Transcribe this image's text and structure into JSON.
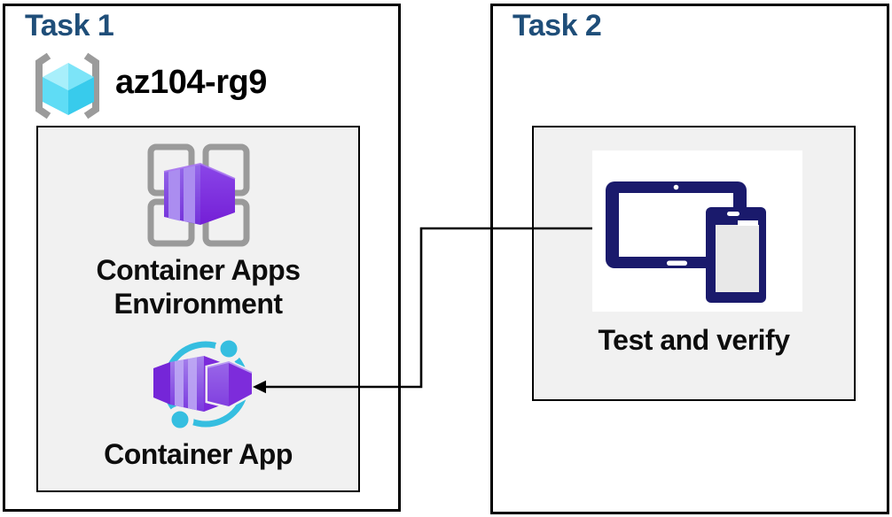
{
  "diagram": {
    "task1": {
      "title": "Task 1",
      "resource_group_name": "az104-rg9",
      "environment_label_line1": "Container Apps",
      "environment_label_line2": "Environment",
      "container_app_label": "Container App"
    },
    "task2": {
      "title": "Task 2",
      "test_label": "Test and verify"
    },
    "connector": {
      "type": "elbow-arrow",
      "from": "task2-test-and-verify",
      "to": "task1-container-app",
      "color": "#000000"
    },
    "colors": {
      "heading_navy": "#1F4E79",
      "label_black": "#0d0d0d",
      "box_border": "#000000",
      "inner_box_fill": "#F1F1F1",
      "icon_gray": "#9A9A9A",
      "purple_front_light": "#9F79EA",
      "purple_dark": "#7C2BDB",
      "teal": "#35BEE0",
      "cube_cyan_light": "#A8EFFB",
      "cube_cyan_dark": "#38CBEC",
      "device_navy": "#1A1A6C",
      "device_screen_gray": "#E8E8E8"
    }
  }
}
